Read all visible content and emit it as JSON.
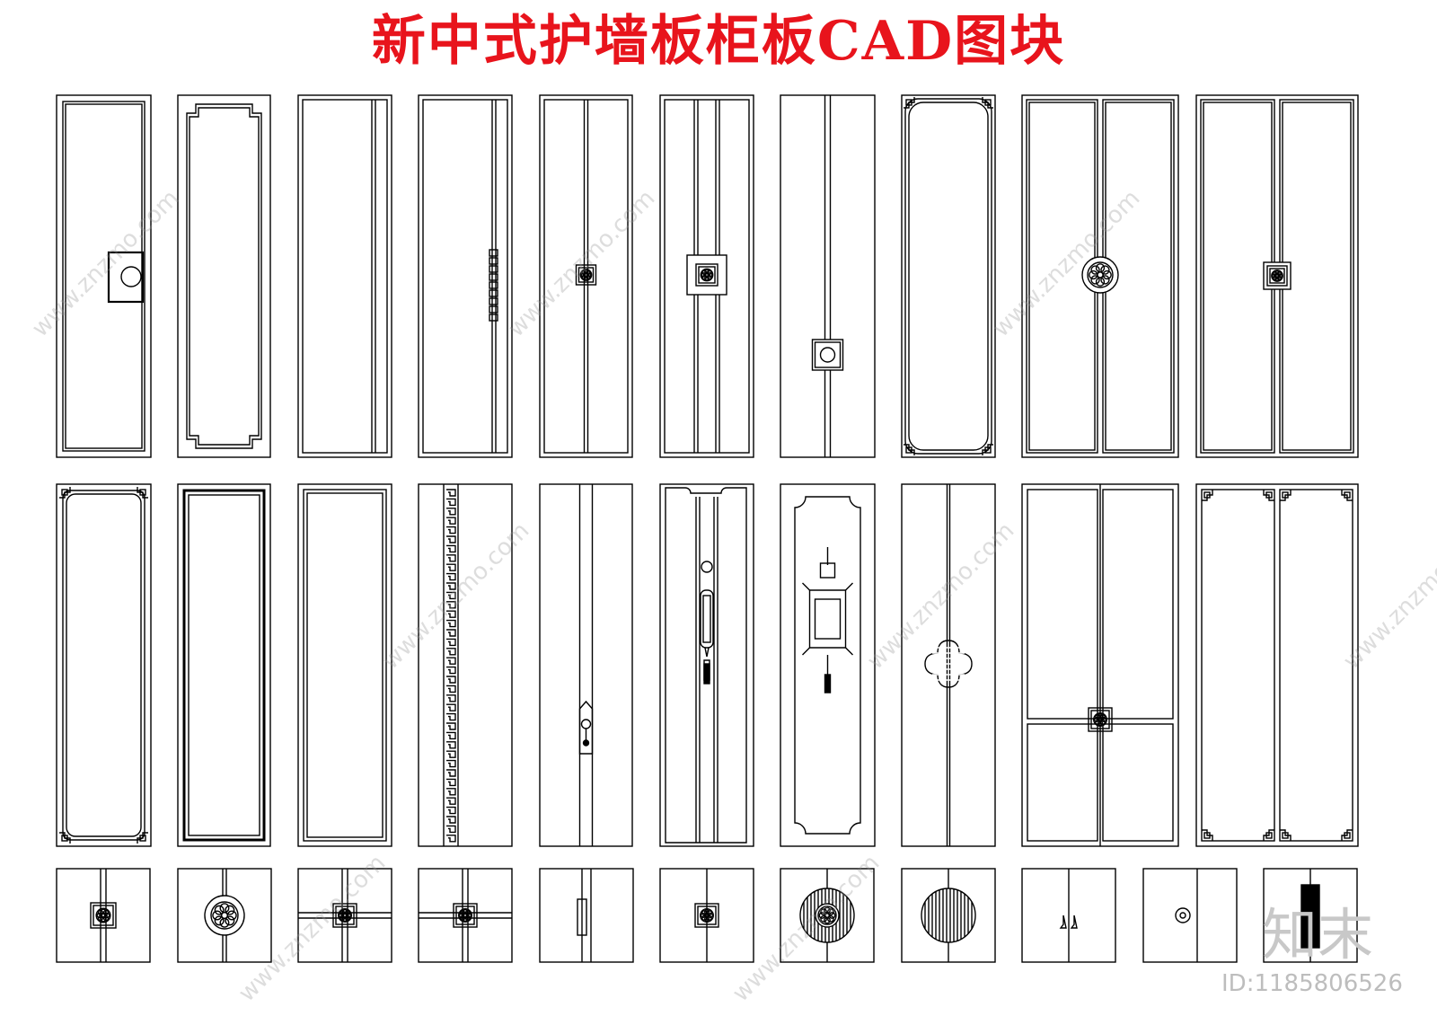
{
  "title": "新中式护墙板柜板CAD图块",
  "watermarks": {
    "site": "www.znzmo.com",
    "brand": "知末",
    "id": "ID:1185806526"
  },
  "colors": {
    "title": "#e8141c",
    "line": "#000000",
    "watermark": "#bdbdbd"
  },
  "panel_rows": [
    {
      "row": "top",
      "count": 10
    },
    {
      "row": "middle",
      "count": 10
    },
    {
      "row": "bottom",
      "count": 11
    }
  ]
}
